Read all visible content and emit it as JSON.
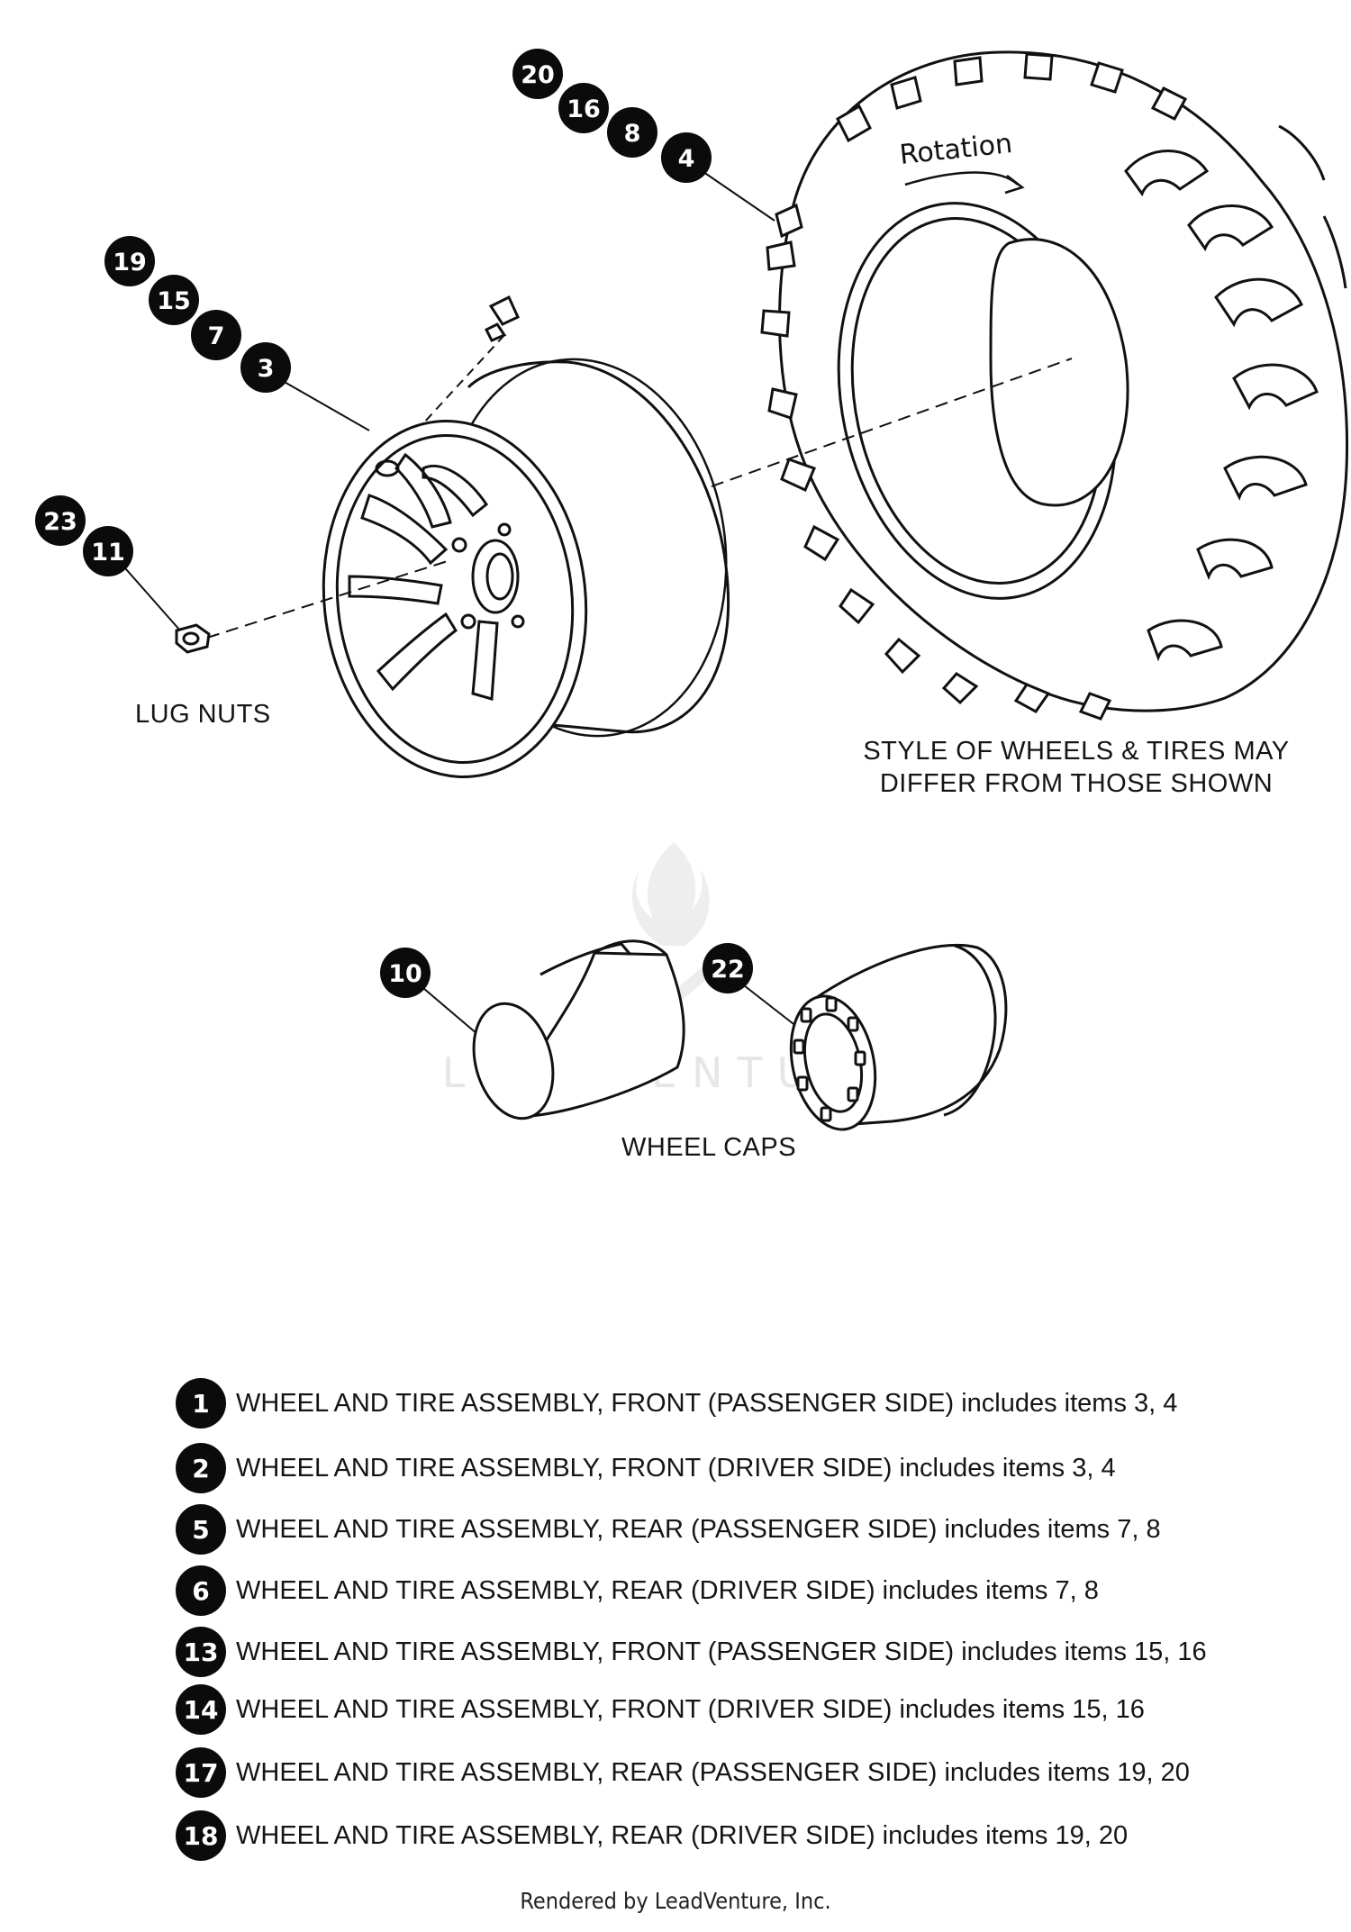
{
  "callouts": {
    "tire": [
      "20",
      "16",
      "8",
      "4"
    ],
    "wheel": [
      "19",
      "15",
      "7",
      "3"
    ],
    "lug": [
      "23",
      "11"
    ],
    "cap_left": [
      "10"
    ],
    "cap_right": [
      "22"
    ]
  },
  "labels": {
    "rotation": "Rotation",
    "lug_nuts": "LUG NUTS",
    "style_note_line1": "STYLE OF WHEELS & TIRES MAY",
    "style_note_line2": "DIFFER FROM THOSE SHOWN",
    "wheel_caps": "WHEEL CAPS"
  },
  "legend": [
    {
      "num": "1",
      "text": "WHEEL AND TIRE ASSEMBLY, FRONT (PASSENGER SIDE) includes items 3, 4"
    },
    {
      "num": "2",
      "text": "WHEEL AND TIRE ASSEMBLY, FRONT (DRIVER SIDE) includes items 3, 4"
    },
    {
      "num": "5",
      "text": "WHEEL AND TIRE ASSEMBLY, REAR (PASSENGER SIDE) includes items 7, 8"
    },
    {
      "num": "6",
      "text": "WHEEL AND TIRE ASSEMBLY, REAR (DRIVER SIDE) includes items 7, 8"
    },
    {
      "num": "13",
      "text": "WHEEL AND TIRE ASSEMBLY, FRONT (PASSENGER SIDE) includes items 15, 16"
    },
    {
      "num": "14",
      "text": "WHEEL AND TIRE ASSEMBLY, FRONT (DRIVER SIDE) includes items 15, 16"
    },
    {
      "num": "17",
      "text": "WHEEL AND TIRE ASSEMBLY, REAR (PASSENGER SIDE) includes items 19, 20"
    },
    {
      "num": "18",
      "text": "WHEEL AND TIRE ASSEMBLY, REAR (DRIVER SIDE) includes items 19, 20"
    }
  ],
  "watermark": "LEADVENTURE",
  "footer": "Rendered by LeadVenture, Inc.",
  "colors": {
    "ink": "#0b0b0b",
    "watermark": "#e6e6e6"
  }
}
